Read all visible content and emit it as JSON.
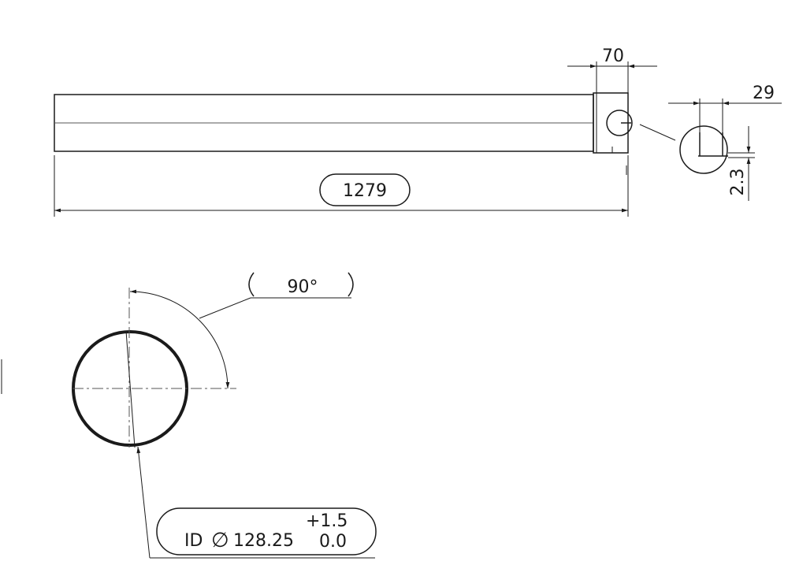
{
  "dimensions": {
    "length": "1279",
    "end_width": "70",
    "slot_width": "29",
    "slot_depth": "2.3",
    "angle": "90°",
    "id_label": "ID",
    "diameter_symbol": "∅",
    "diameter_value": "128.25",
    "tolerance_upper": "+1.5",
    "tolerance_lower": "0.0"
  }
}
